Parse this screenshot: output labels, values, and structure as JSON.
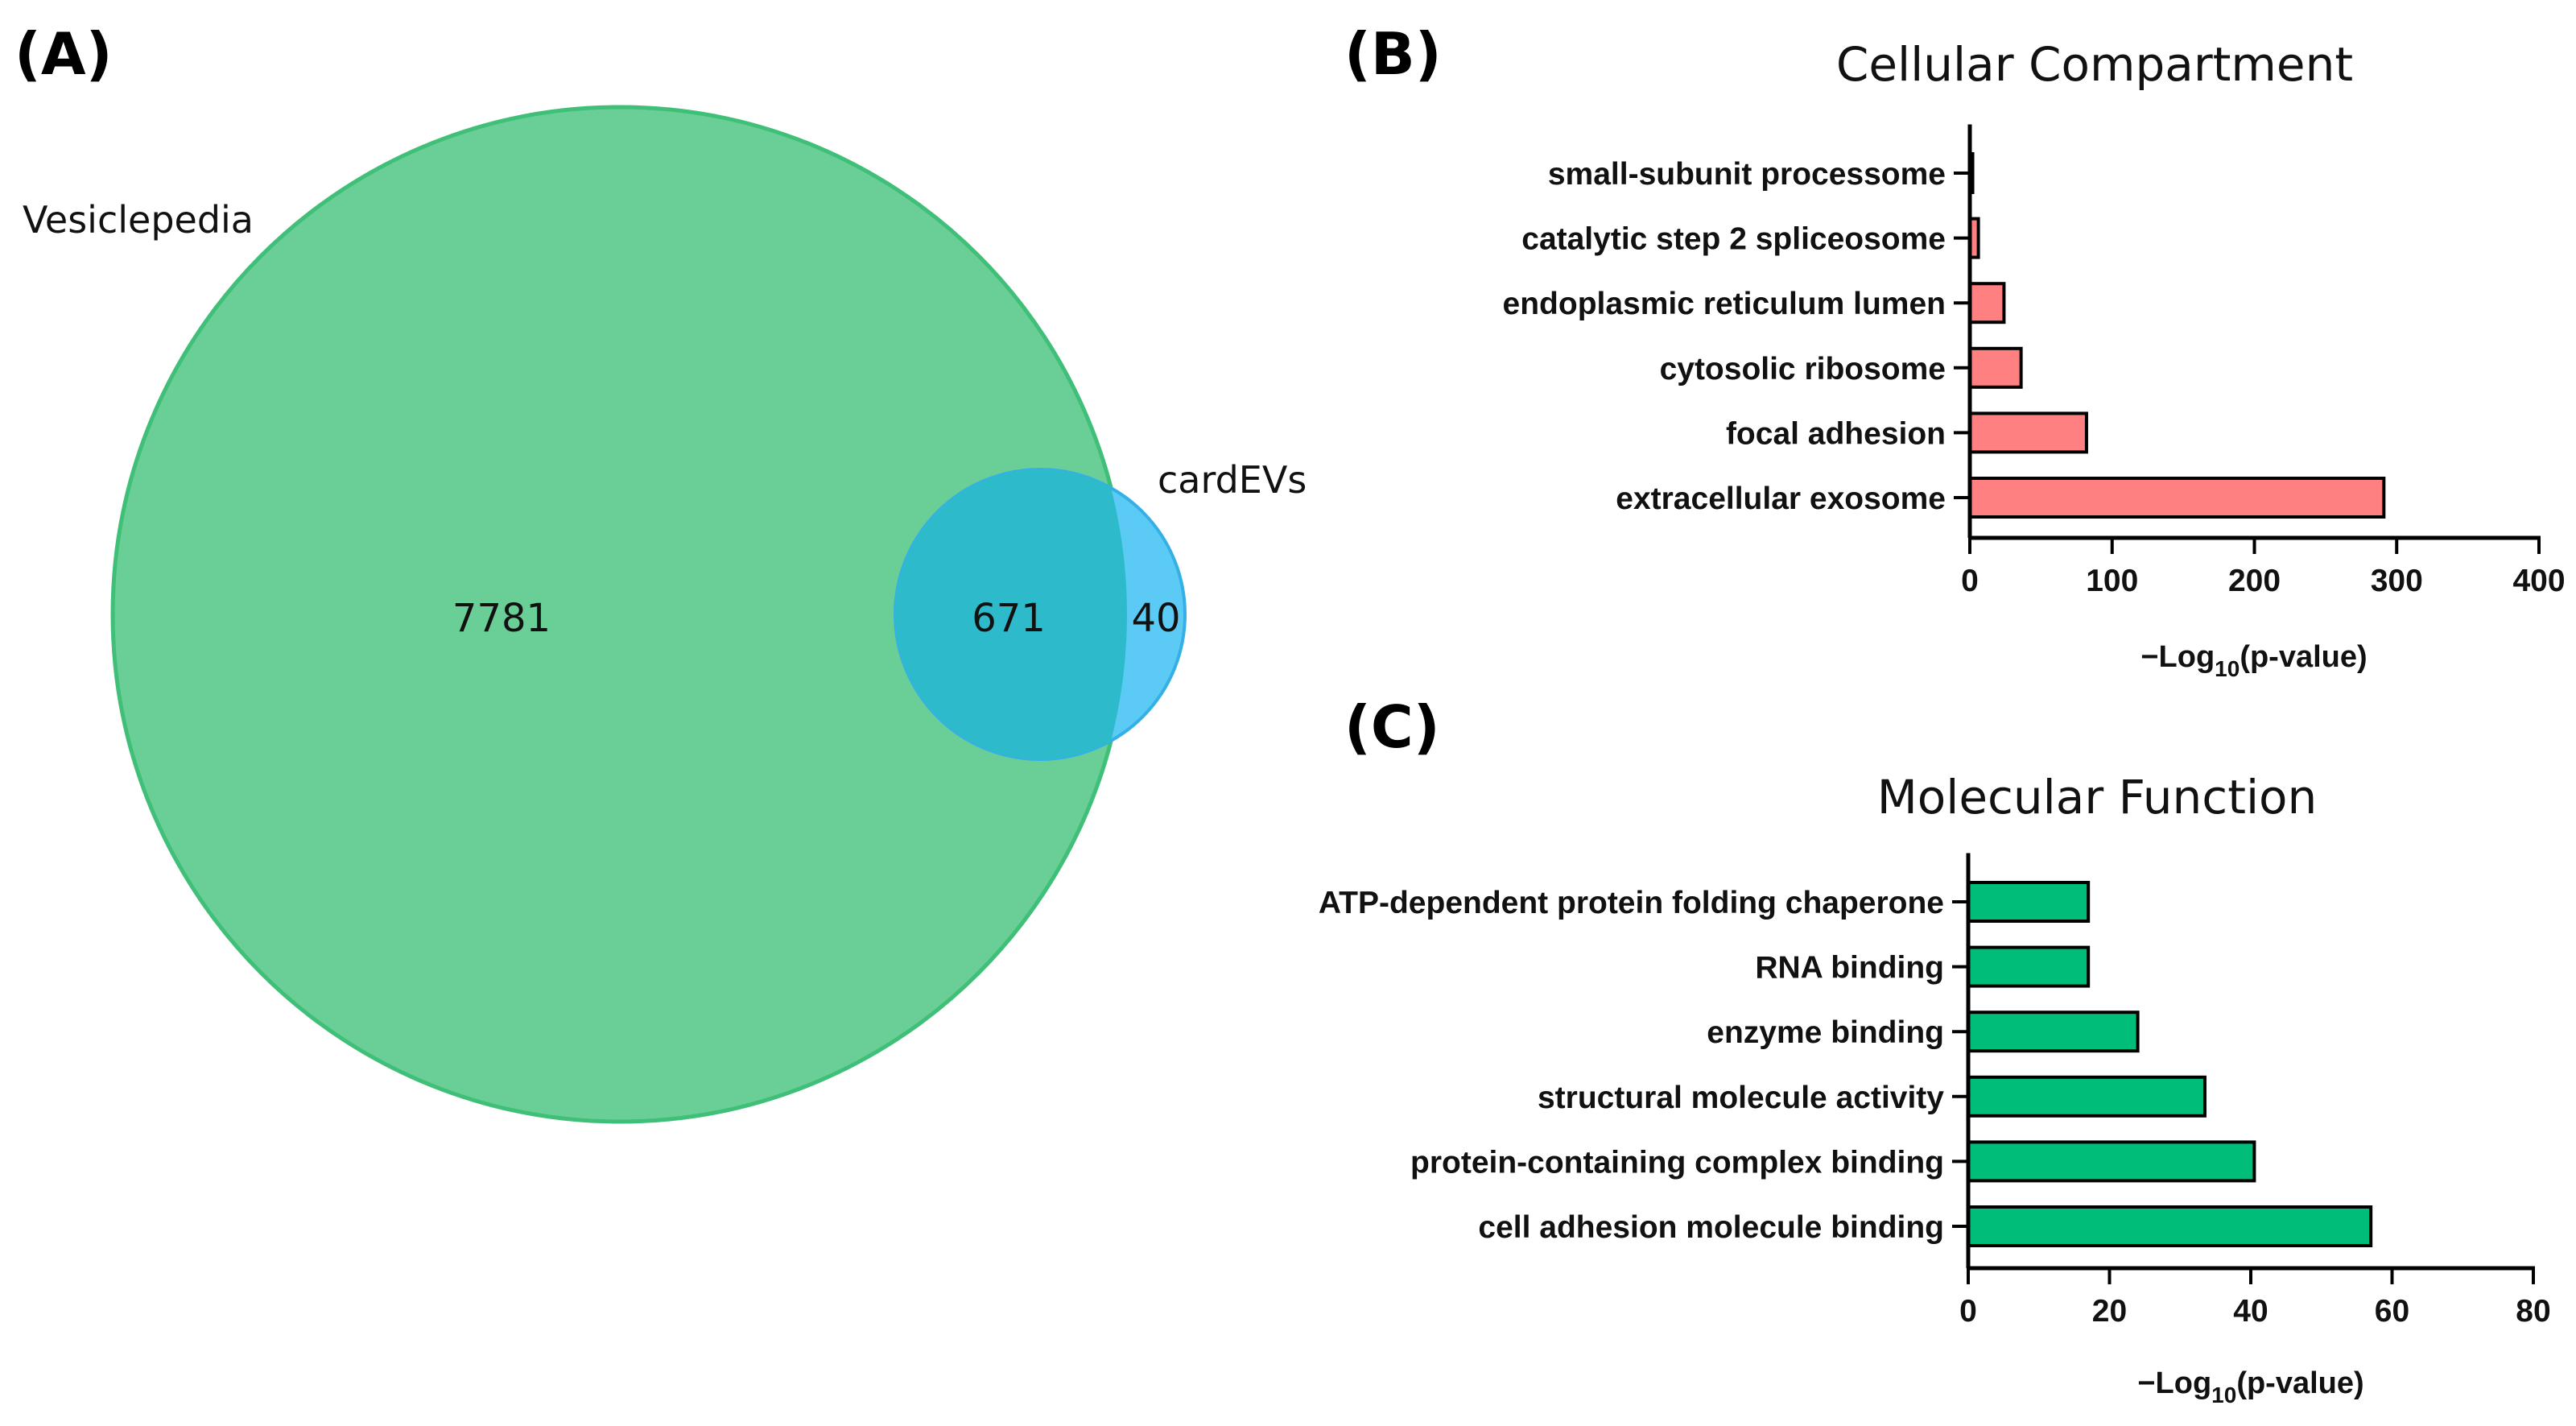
{
  "panels": {
    "a": "(A)",
    "b": "(B)",
    "c": "(C)"
  },
  "venn": {
    "set_left": "Vesiclepedia",
    "set_right": "cardEVs",
    "only_left": "7781",
    "overlap": "671",
    "only_right": "40",
    "colors": {
      "left": "#69CF96",
      "right": "#5BCBF5",
      "overlap": "#2DBBCB"
    }
  },
  "chart_data": [
    {
      "type": "bar",
      "orientation": "horizontal",
      "title": "Cellular Compartment",
      "categories": [
        "small-subunit processome",
        "catalytic step 2 spliceosome",
        "endoplasmic reticulum lumen",
        "cytosolic ribosome",
        "focal adhesion",
        "extracellular exosome"
      ],
      "values": [
        2,
        6,
        24,
        36,
        82,
        291
      ],
      "xlim": [
        0,
        400
      ],
      "xticks": [
        "0",
        "100",
        "200",
        "300",
        "400"
      ],
      "xlabel_main": "−Log",
      "xlabel_sub": "10",
      "xlabel_rest": "(p-value)",
      "bar_color": "#FF8080"
    },
    {
      "type": "bar",
      "orientation": "horizontal",
      "title": "Molecular Function",
      "categories": [
        "ATP-dependent protein folding chaperone",
        "RNA binding",
        "enzyme binding",
        "structural molecule activity",
        "protein-containing complex binding",
        "cell adhesion molecule binding"
      ],
      "values": [
        17,
        17,
        24,
        33.5,
        40.5,
        57
      ],
      "xlim": [
        0,
        80
      ],
      "xticks": [
        "0",
        "20",
        "40",
        "60",
        "80"
      ],
      "xlabel_main": "−Log",
      "xlabel_sub": "10",
      "xlabel_rest": "(p-value)",
      "bar_color": "#00BE7A"
    }
  ]
}
